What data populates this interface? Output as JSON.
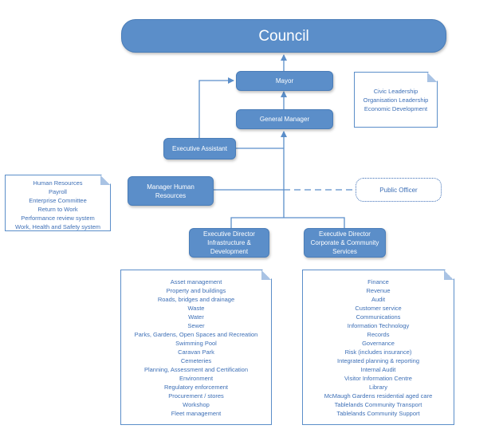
{
  "council": "Council",
  "mayor": "Mayor",
  "general_manager": "General Manager",
  "executive_assistant": "Executive Assistant",
  "manager_hr": "Manager Human Resources",
  "public_officer": "Public Officer",
  "exec_infrastructure": "Executive Director Infrastructure & Development",
  "exec_corporate": "Executive Director Corporate & Community Services",
  "mayor_note": [
    "Civic Leadership",
    "Organisation Leadership",
    "Economic Development"
  ],
  "hr_note": [
    "Human Resources",
    "Payroll",
    "Enterprise Committee",
    "Return to Work",
    "Performance review system",
    "Work, Health and Safety system"
  ],
  "infrastructure_list": [
    "Asset management",
    "Property and buildings",
    "Roads, bridges and drainage",
    "Waste",
    "Water",
    "Sewer",
    "Parks, Gardens, Open Spaces and Recreation",
    "Swimming Pool",
    "Caravan Park",
    "Cemeteries",
    "Planning, Assessment and Certification",
    "Environment",
    "Regulatory enforcement",
    "Procurement / stores",
    "Workshop",
    "Fleet management"
  ],
  "corporate_list": [
    "Finance",
    "Revenue",
    "Audit",
    "Customer service",
    "Communications",
    "Information Technology",
    "Records",
    "Governance",
    "Risk (includes insurance)",
    "Integrated planning & reporting",
    "Internal Audit",
    "Visitor Information Centre",
    "Library",
    "McMaugh Gardens residential aged care",
    "Tablelands Community Transport",
    "Tablelands Community Support"
  ],
  "colors": {
    "box_fill": "#5b8ec9",
    "text": "#3d6fb6",
    "line": "#5b8ec9"
  }
}
